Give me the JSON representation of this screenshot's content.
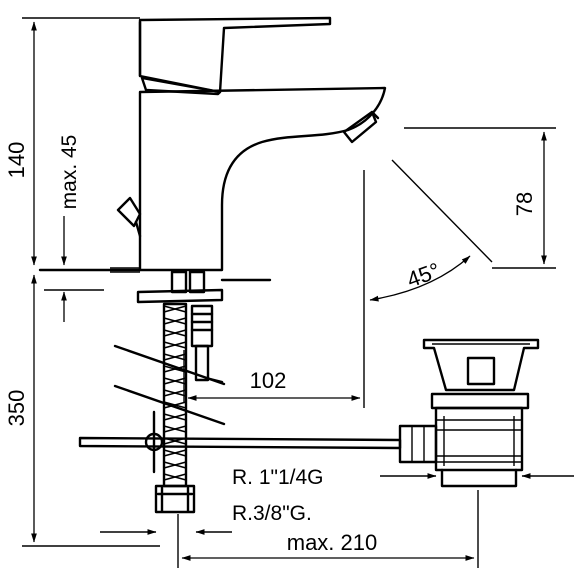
{
  "dimensions": {
    "height_total": "140",
    "max_45": "max. 45",
    "height_78": "78",
    "angle": "45°",
    "depth_350": "350",
    "reach_102": "102",
    "thread_1": "R. 1\"1/4G",
    "thread_2": "R.3/8\"G.",
    "max_210": "max. 210"
  }
}
